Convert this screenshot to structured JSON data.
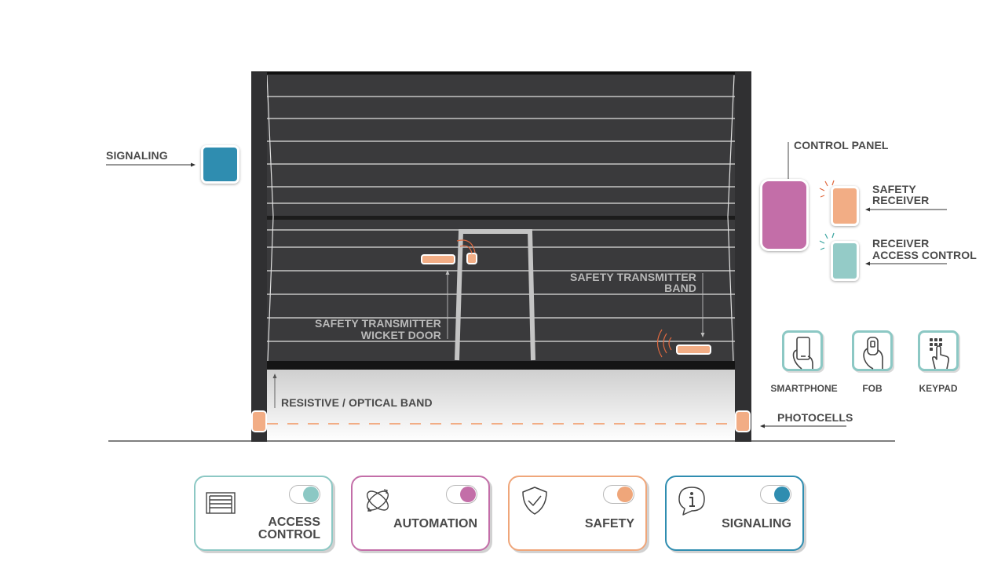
{
  "labels": {
    "signaling": "SIGNALING",
    "control_panel": "CONTROL PANEL",
    "safety_receiver_1": "SAFETY",
    "safety_receiver_2": "RECEIVER",
    "receiver_access_1": "RECEIVER",
    "receiver_access_2": "ACCESS CONTROL",
    "transmitter_band_1": "SAFETY TRANSMITTER",
    "transmitter_band_2": "BAND",
    "transmitter_wicket_1": "SAFETY TRANSMITTER",
    "transmitter_wicket_2": "WICKET DOOR",
    "resistive_band": "RESISTIVE / OPTICAL BAND",
    "photocells": "PHOTOCELLS"
  },
  "remotes": [
    {
      "label": "SMARTPHONE",
      "icon": "smartphone-icon"
    },
    {
      "label": "FOB",
      "icon": "fob-icon"
    },
    {
      "label": "KEYPAD",
      "icon": "keypad-icon"
    }
  ],
  "categories": [
    {
      "title": "ACCESS\nCONTROL",
      "color": "#8cc8c4",
      "icon": "garage-door-icon"
    },
    {
      "title": "AUTOMATION",
      "color": "#c36ea8",
      "icon": "automation-arrows-icon"
    },
    {
      "title": "SAFETY",
      "color": "#efa67a",
      "icon": "shield-check-icon"
    },
    {
      "title": "SIGNALING",
      "color": "#2f8db0",
      "icon": "info-bubble-icon"
    }
  ],
  "colors": {
    "door": "#3a3a3c",
    "frame": "#303032",
    "signaling": "#2f8db0",
    "control_panel": "#c36ea8",
    "safety": "#f2ad85",
    "access": "#94cbc7"
  }
}
